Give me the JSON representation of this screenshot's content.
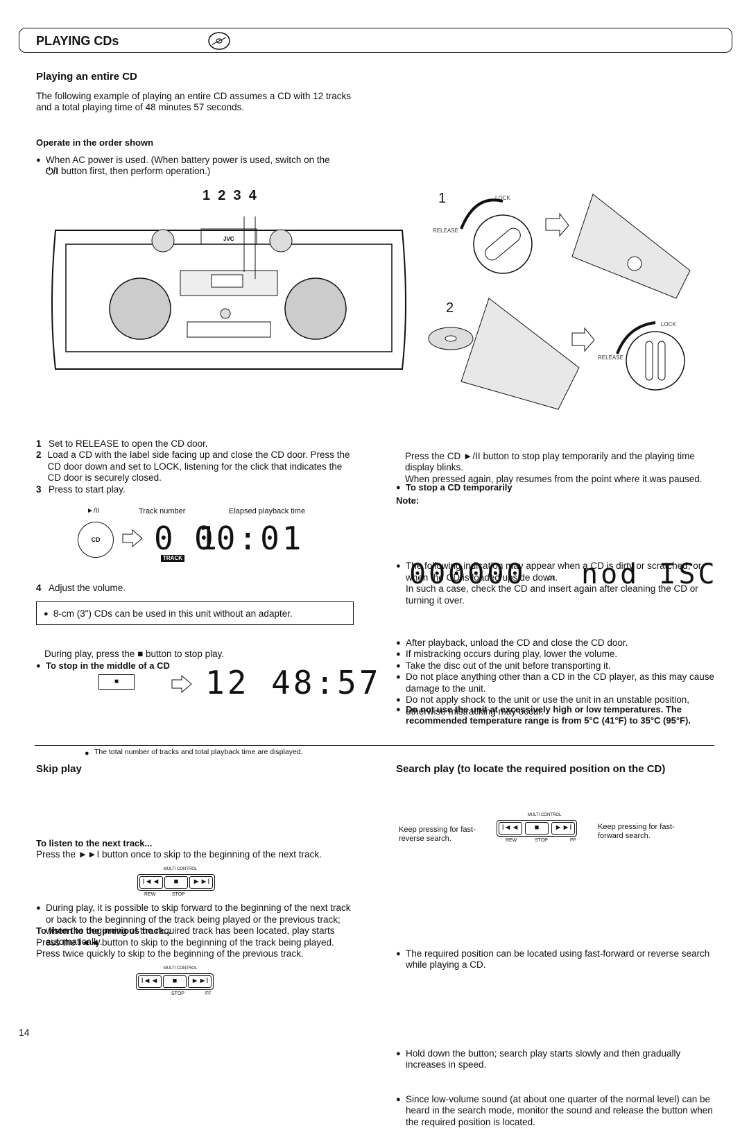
{
  "header": {
    "title": "PLAYING CDs",
    "icon": "disc-icon"
  },
  "left": {
    "section_title": "Playing an entire CD",
    "intro": "The following example of playing an entire CD assumes a CD with 12 tracks and a total playing time of 48 minutes 57 seconds.",
    "operate_title": "Operate in the order shown",
    "ac_note_1": "When AC power is used. (When battery power is used, switch on the",
    "ac_note_2": "button first, then perform operation.)",
    "power_symbol": "⏻/I",
    "steps_label": "1  2  3  4",
    "step1": "Set to RELEASE to open the CD door.",
    "step2": "Load a CD with the label side facing up and close the CD door. Press the CD door down and set to LOCK, listening for the click that indicates the CD door is securely closed.",
    "step3": "Press to start play.",
    "step4": "Adjust the volume.",
    "disp_play_label": "►/II",
    "disp_cd_label": "CD",
    "disp_track_label": "Track number",
    "disp_elapsed_label": "Elapsed playback time",
    "disp_track_value": "0 1",
    "disp_time_value": "00:01",
    "disp_track_badge": "TRACK",
    "adapter_note": "8-cm (3\") CDs can be used in this unit without an adapter.",
    "stop_title": "To stop in the middle of a CD",
    "stop_text_1": "During play, press the",
    "stop_text_2": "button to stop play.",
    "stop_symbol": "■",
    "stop_display": "12 48:57",
    "stop_note": "The total number of tracks and total playback time are displayed."
  },
  "brand": "JVC",
  "diagram": {
    "lock": "LOCK",
    "release": "RELEASE",
    "num1": "1",
    "num2": "2"
  },
  "right": {
    "temp_stop_title": "To stop a CD temporarily",
    "temp_stop_text_1": "Press the CD",
    "temp_stop_text_2": "button to stop play temporarily and the playing time display blinks.",
    "temp_stop_symbol": "►/II",
    "temp_stop_text_3": "When pressed again, play resumes from the point where it was paused.",
    "note_title": "Note:",
    "note_text_1": "The following indication may appear when a CD is dirty or scratched, or when the CD is loaded upside down.",
    "note_text_2": "In such a case, check the CD and insert again after cleaning the CD or turning it over.",
    "disp_zeros": "000000",
    "disp_or": "or",
    "disp_nodisc": "nod ISC",
    "warn_bold": "Do not use the unit at excessively high or low temperatures. The recommended temperature range is from 5°C (41°F) to 35°C (95°F).",
    "bullets": [
      "After playback, unload the CD and close the CD door.",
      "If mistracking occurs during play, lower the volume.",
      "Take the disc out of the unit before transporting it.",
      "Do not place anything other than a CD in the CD player, as this may cause damage to the unit.",
      "Do not apply shock to the unit or use the unit in an unstable position, otherwise mistracking may occur."
    ]
  },
  "skip": {
    "title": "Skip play",
    "text": "During play, it is possible to skip forward to the beginning of the next track or back to the beginning of the track being played or the previous track; when the beginning of the required track has been located, play starts automatically.",
    "next_title": "To listen to the next track...",
    "next_text_1": "Press the",
    "next_symbol": "►►I",
    "next_text_2": "button once to skip to the beginning of the next track.",
    "prev_title": "To listen to the previous track...",
    "prev_text_1": "Press the",
    "prev_symbol": "I◄◄",
    "prev_text_2": "button to skip to the beginning of the track being played.",
    "prev_text_3": "Press twice quickly to skip to the beginning of the previous track."
  },
  "search": {
    "title": "Search play (to locate the required position on the CD)",
    "text": "The required position can be located using fast-forward or reverse search while playing a CD.",
    "left_label": "Keep pressing for fast-reverse search.",
    "right_label": "Keep pressing for fast-forward search.",
    "bullet2": "Hold down the button; search play starts slowly and then gradually increases in speed.",
    "bullet3": "Since low-volume sound (at about one quarter of the normal level) can be heard in the search mode, monitor the sound and release the button when the required position is located."
  },
  "multi": {
    "label": "MULTI CONTROL",
    "rew": "REW",
    "stop": "STOP",
    "ff": "FF",
    "k1": "I◄◄",
    "k2": "■",
    "k3": "►►I"
  },
  "page_number": "14"
}
